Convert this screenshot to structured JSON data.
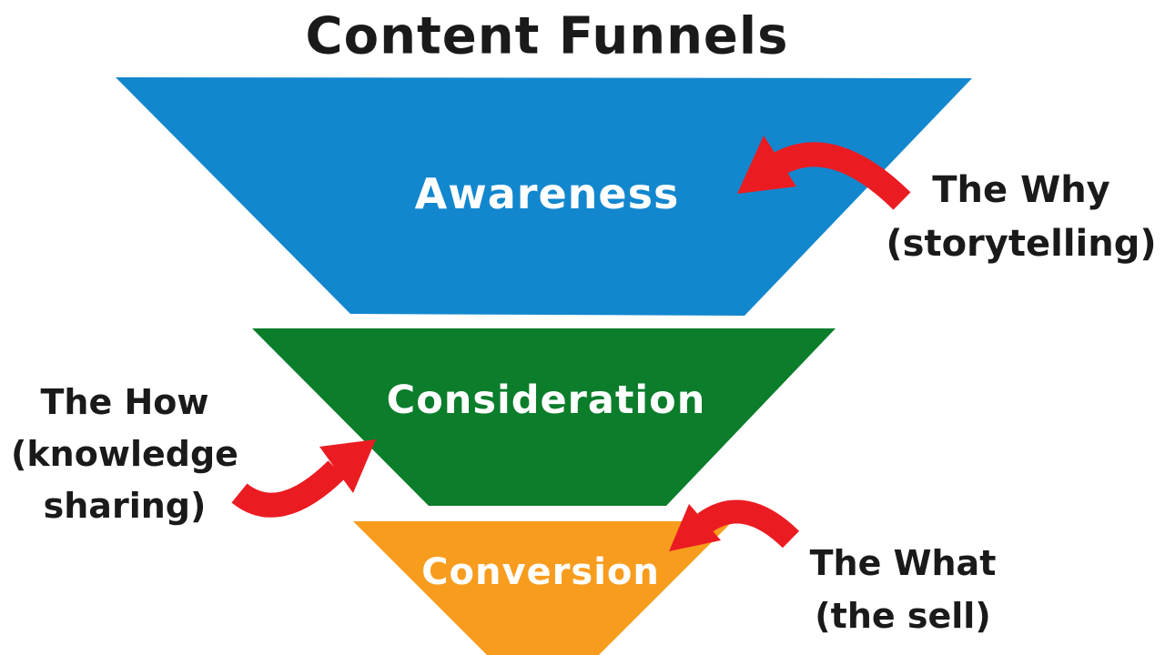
{
  "title": "Content Funnels",
  "colors": {
    "background": "#FFFFFF",
    "text": "#1A1A1A",
    "layer_label_text": "#FFFFFF",
    "arrow": "#EA1C22"
  },
  "funnel": {
    "layers": [
      {
        "id": "awareness",
        "label": "Awareness",
        "color": "#1287CE"
      },
      {
        "id": "consideration",
        "label": "Consideration",
        "color": "#0B7D2B"
      },
      {
        "id": "conversion",
        "label": "Conversion",
        "color": "#F89C1E"
      }
    ]
  },
  "annotations": {
    "why": {
      "points_to": "Awareness",
      "lines": [
        "The Why",
        "(storytelling)"
      ]
    },
    "how": {
      "points_to": "Consideration",
      "lines": [
        "The How",
        "(knowledge",
        "sharing)"
      ]
    },
    "what": {
      "points_to": "Conversion",
      "lines": [
        "The What",
        "(the sell)"
      ]
    }
  },
  "arrows": {
    "color": "#EA1C22",
    "items": [
      {
        "name": "arrow-why",
        "points_to": "Awareness"
      },
      {
        "name": "arrow-how",
        "points_to": "Consideration"
      },
      {
        "name": "arrow-what",
        "points_to": "Conversion"
      }
    ]
  }
}
